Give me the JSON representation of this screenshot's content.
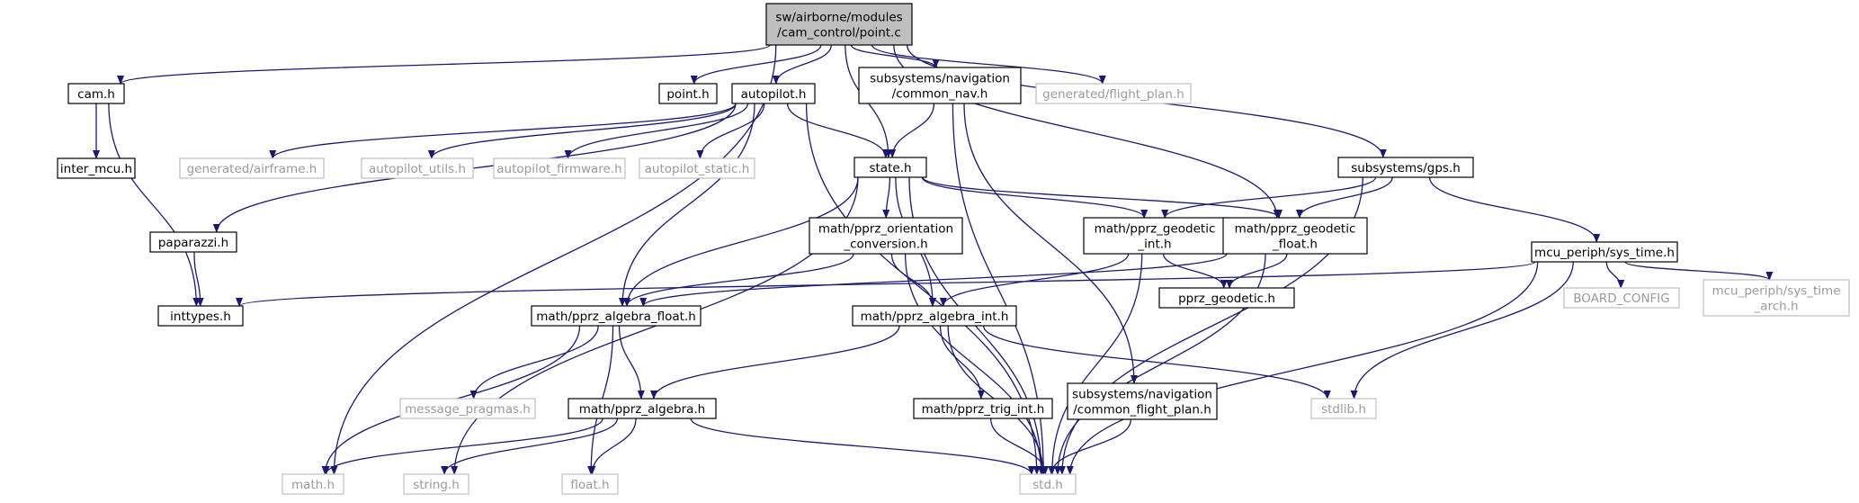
{
  "colors": {
    "edge": "#191970",
    "border_main": "#000000",
    "border_dim": "#bfbfbf",
    "fill_root": "#bfbfbf",
    "fill": "#ffffff",
    "text": "#000000",
    "text_dim": "#9a9a9a"
  },
  "nodes": [
    {
      "id": "root",
      "lines": [
        "sw/airborne/modules",
        "/cam_control/point.c"
      ],
      "style": "root"
    },
    {
      "id": "cam",
      "lines": [
        "cam.h"
      ],
      "style": "main"
    },
    {
      "id": "point",
      "lines": [
        "point.h"
      ],
      "style": "main"
    },
    {
      "id": "autopilot",
      "lines": [
        "autopilot.h"
      ],
      "style": "main"
    },
    {
      "id": "common_nav",
      "lines": [
        "subsystems/navigation",
        "/common_nav.h"
      ],
      "style": "main"
    },
    {
      "id": "flight_plan",
      "lines": [
        "generated/flight_plan.h"
      ],
      "style": "dim"
    },
    {
      "id": "gps",
      "lines": [
        "subsystems/gps.h"
      ],
      "style": "main"
    },
    {
      "id": "inter_mcu",
      "lines": [
        "inter_mcu.h"
      ],
      "style": "main"
    },
    {
      "id": "airframe",
      "lines": [
        "generated/airframe.h"
      ],
      "style": "dim"
    },
    {
      "id": "ap_utils",
      "lines": [
        "autopilot_utils.h"
      ],
      "style": "dim"
    },
    {
      "id": "ap_firmware",
      "lines": [
        "autopilot_firmware.h"
      ],
      "style": "dim"
    },
    {
      "id": "ap_static",
      "lines": [
        "autopilot_static.h"
      ],
      "style": "dim"
    },
    {
      "id": "state",
      "lines": [
        "state.h"
      ],
      "style": "main"
    },
    {
      "id": "paparazzi",
      "lines": [
        "paparazzi.h"
      ],
      "style": "main"
    },
    {
      "id": "orient_conv",
      "lines": [
        "math/pprz_orientation",
        "_conversion.h"
      ],
      "style": "main"
    },
    {
      "id": "geo_int",
      "lines": [
        "math/pprz_geodetic",
        "_int.h"
      ],
      "style": "main"
    },
    {
      "id": "geo_float",
      "lines": [
        "math/pprz_geodetic",
        "_float.h"
      ],
      "style": "main"
    },
    {
      "id": "sys_time",
      "lines": [
        "mcu_periph/sys_time.h"
      ],
      "style": "main"
    },
    {
      "id": "inttypes",
      "lines": [
        "inttypes.h"
      ],
      "style": "main"
    },
    {
      "id": "alg_float",
      "lines": [
        "math/pprz_algebra_float.h"
      ],
      "style": "main"
    },
    {
      "id": "alg_int",
      "lines": [
        "math/pprz_algebra_int.h"
      ],
      "style": "main"
    },
    {
      "id": "geodetic",
      "lines": [
        "pprz_geodetic.h"
      ],
      "style": "main"
    },
    {
      "id": "board_config",
      "lines": [
        "BOARD_CONFIG"
      ],
      "style": "dim"
    },
    {
      "id": "sys_time_arch",
      "lines": [
        "mcu_periph/sys_time",
        "_arch.h"
      ],
      "style": "dim"
    },
    {
      "id": "msg_pragmas",
      "lines": [
        "message_pragmas.h"
      ],
      "style": "dim"
    },
    {
      "id": "alg",
      "lines": [
        "math/pprz_algebra.h"
      ],
      "style": "main"
    },
    {
      "id": "trig_int",
      "lines": [
        "math/pprz_trig_int.h"
      ],
      "style": "main"
    },
    {
      "id": "common_fp",
      "lines": [
        "subsystems/navigation",
        "/common_flight_plan.h"
      ],
      "style": "main"
    },
    {
      "id": "stdlib",
      "lines": [
        "stdlib.h"
      ],
      "style": "dim"
    },
    {
      "id": "math",
      "lines": [
        "math.h"
      ],
      "style": "dim"
    },
    {
      "id": "string",
      "lines": [
        "string.h"
      ],
      "style": "dim"
    },
    {
      "id": "float",
      "lines": [
        "float.h"
      ],
      "style": "dim"
    },
    {
      "id": "std",
      "lines": [
        "std.h"
      ],
      "style": "dim"
    }
  ],
  "edges": [
    [
      "root",
      "cam"
    ],
    [
      "root",
      "point"
    ],
    [
      "root",
      "autopilot"
    ],
    [
      "root",
      "common_nav"
    ],
    [
      "root",
      "flight_plan"
    ],
    [
      "root",
      "gps"
    ],
    [
      "root",
      "state"
    ],
    [
      "root",
      "geo_float"
    ],
    [
      "root",
      "math"
    ],
    [
      "cam",
      "inter_mcu"
    ],
    [
      "cam",
      "inttypes"
    ],
    [
      "autopilot",
      "airframe"
    ],
    [
      "autopilot",
      "ap_utils"
    ],
    [
      "autopilot",
      "ap_firmware"
    ],
    [
      "autopilot",
      "ap_static"
    ],
    [
      "autopilot",
      "state"
    ],
    [
      "autopilot",
      "paparazzi"
    ],
    [
      "autopilot",
      "alg_float"
    ],
    [
      "autopilot",
      "std"
    ],
    [
      "common_nav",
      "state"
    ],
    [
      "common_nav",
      "common_fp"
    ],
    [
      "common_nav",
      "std"
    ],
    [
      "gps",
      "geo_int"
    ],
    [
      "gps",
      "geo_float"
    ],
    [
      "gps",
      "sys_time"
    ],
    [
      "gps",
      "std"
    ],
    [
      "state",
      "orient_conv"
    ],
    [
      "state",
      "geo_int"
    ],
    [
      "state",
      "geo_float"
    ],
    [
      "state",
      "alg_float"
    ],
    [
      "state",
      "alg_int"
    ],
    [
      "state",
      "std"
    ],
    [
      "state",
      "string"
    ],
    [
      "paparazzi",
      "inttypes"
    ],
    [
      "orient_conv",
      "alg_float"
    ],
    [
      "orient_conv",
      "alg_int"
    ],
    [
      "orient_conv",
      "std"
    ],
    [
      "geo_int",
      "geodetic"
    ],
    [
      "geo_int",
      "alg_int"
    ],
    [
      "geo_int",
      "std"
    ],
    [
      "geo_float",
      "geodetic"
    ],
    [
      "geo_float",
      "alg_float"
    ],
    [
      "geo_float",
      "std"
    ],
    [
      "sys_time",
      "inttypes"
    ],
    [
      "sys_time",
      "board_config"
    ],
    [
      "sys_time",
      "sys_time_arch"
    ],
    [
      "sys_time",
      "stdlib"
    ],
    [
      "sys_time",
      "std"
    ],
    [
      "alg_float",
      "msg_pragmas"
    ],
    [
      "alg_float",
      "alg"
    ],
    [
      "alg_float",
      "math"
    ],
    [
      "alg_float",
      "float"
    ],
    [
      "alg_int",
      "alg"
    ],
    [
      "alg_int",
      "trig_int"
    ],
    [
      "alg_int",
      "stdlib"
    ],
    [
      "alg_int",
      "std"
    ],
    [
      "alg",
      "math"
    ],
    [
      "alg",
      "string"
    ],
    [
      "alg",
      "float"
    ],
    [
      "alg",
      "std"
    ],
    [
      "trig_int",
      "std"
    ],
    [
      "common_fp",
      "std"
    ]
  ]
}
